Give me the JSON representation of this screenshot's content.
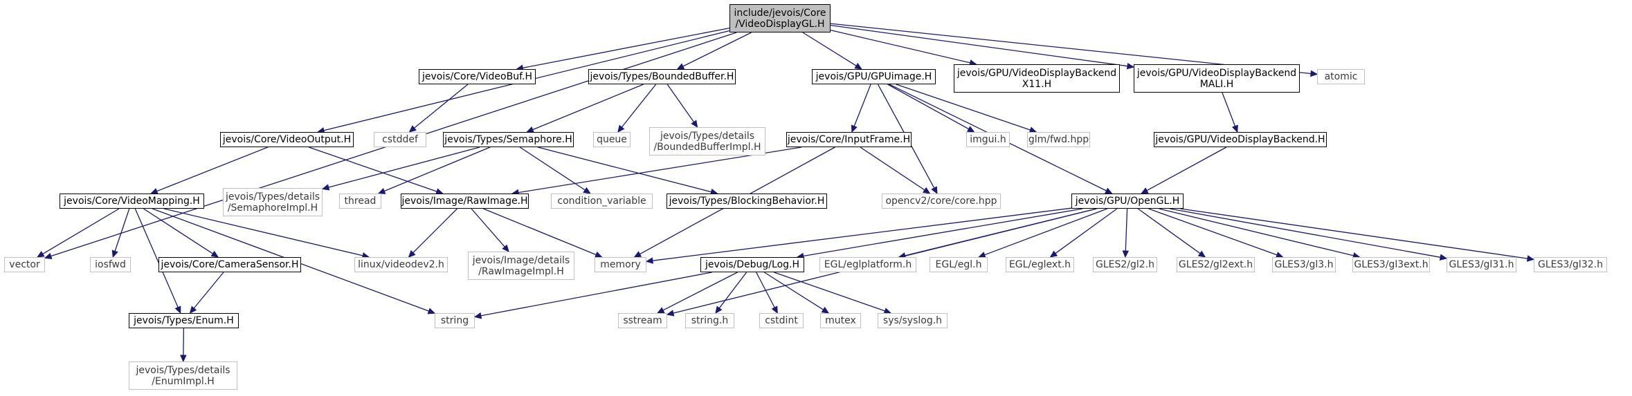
{
  "diagram": {
    "colors": {
      "edge": "#191970",
      "root_fill": "#bfbfbf",
      "project_border": "#000000",
      "system_border": "#bfbfbf"
    },
    "nodes": [
      {
        "id": "root",
        "label": "include/jevois/Core\n/VideoDisplayGL.H",
        "kind": "root"
      },
      {
        "id": "vbuf",
        "label": "jevois/Core/VideoBuf.H",
        "kind": "project"
      },
      {
        "id": "bbuf",
        "label": "jevois/Types/BoundedBuffer.H",
        "kind": "project"
      },
      {
        "id": "gpuimg",
        "label": "jevois/GPU/GPUimage.H",
        "kind": "project"
      },
      {
        "id": "x11",
        "label": "jevois/GPU/VideoDisplayBackend\nX11.H",
        "kind": "project"
      },
      {
        "id": "mali",
        "label": "jevois/GPU/VideoDisplayBackend\nMALI.H",
        "kind": "project"
      },
      {
        "id": "atomic",
        "label": "atomic",
        "kind": "system"
      },
      {
        "id": "cstddef",
        "label": "cstddef",
        "kind": "system"
      },
      {
        "id": "vout",
        "label": "jevois/Core/VideoOutput.H",
        "kind": "project"
      },
      {
        "id": "sema",
        "label": "jevois/Types/Semaphore.H",
        "kind": "project"
      },
      {
        "id": "queue",
        "label": "queue",
        "kind": "system"
      },
      {
        "id": "bbufimpl",
        "label": "jevois/Types/details\n/BoundedBufferImpl.H",
        "kind": "system"
      },
      {
        "id": "inframe",
        "label": "jevois/Core/InputFrame.H",
        "kind": "project"
      },
      {
        "id": "imgui",
        "label": "imgui.h",
        "kind": "system"
      },
      {
        "id": "glm",
        "label": "glm/fwd.hpp",
        "kind": "system"
      },
      {
        "id": "vdb",
        "label": "jevois/GPU/VideoDisplayBackend.H",
        "kind": "project"
      },
      {
        "id": "vmap",
        "label": "jevois/Core/VideoMapping.H",
        "kind": "project"
      },
      {
        "id": "semaimpl",
        "label": "jevois/Types/details\n/SemaphoreImpl.H",
        "kind": "system"
      },
      {
        "id": "thread",
        "label": "thread",
        "kind": "system"
      },
      {
        "id": "rawimg",
        "label": "jevois/Image/RawImage.H",
        "kind": "project"
      },
      {
        "id": "condvar",
        "label": "condition_variable",
        "kind": "system"
      },
      {
        "id": "blocking",
        "label": "jevois/Types/BlockingBehavior.H",
        "kind": "project"
      },
      {
        "id": "cvcore",
        "label": "opencv2/core/core.hpp",
        "kind": "system"
      },
      {
        "id": "opengl",
        "label": "jevois/GPU/OpenGL.H",
        "kind": "project"
      },
      {
        "id": "vector",
        "label": "vector",
        "kind": "system"
      },
      {
        "id": "iosfwd",
        "label": "iosfwd",
        "kind": "system"
      },
      {
        "id": "camsens",
        "label": "jevois/Core/CameraSensor.H",
        "kind": "project"
      },
      {
        "id": "videodev2",
        "label": "linux/videodev2.h",
        "kind": "system"
      },
      {
        "id": "rawimpl",
        "label": "jevois/Image/details\n/RawImageImpl.H",
        "kind": "system"
      },
      {
        "id": "memory",
        "label": "memory",
        "kind": "system"
      },
      {
        "id": "log",
        "label": "jevois/Debug/Log.H",
        "kind": "project"
      },
      {
        "id": "eglplat",
        "label": "EGL/eglplatform.h",
        "kind": "system"
      },
      {
        "id": "egl",
        "label": "EGL/egl.h",
        "kind": "system"
      },
      {
        "id": "eglext",
        "label": "EGL/eglext.h",
        "kind": "system"
      },
      {
        "id": "gl2",
        "label": "GLES2/gl2.h",
        "kind": "system"
      },
      {
        "id": "gl2ext",
        "label": "GLES2/gl2ext.h",
        "kind": "system"
      },
      {
        "id": "gl3",
        "label": "GLES3/gl3.h",
        "kind": "system"
      },
      {
        "id": "gl3ext",
        "label": "GLES3/gl3ext.h",
        "kind": "system"
      },
      {
        "id": "gl31",
        "label": "GLES3/gl31.h",
        "kind": "system"
      },
      {
        "id": "gl32",
        "label": "GLES3/gl32.h",
        "kind": "system"
      },
      {
        "id": "enum",
        "label": "jevois/Types/Enum.H",
        "kind": "project"
      },
      {
        "id": "string",
        "label": "string",
        "kind": "system"
      },
      {
        "id": "sstream",
        "label": "sstream",
        "kind": "system"
      },
      {
        "id": "stringh",
        "label": "string.h",
        "kind": "system"
      },
      {
        "id": "cstdint",
        "label": "cstdint",
        "kind": "system"
      },
      {
        "id": "mutex",
        "label": "mutex",
        "kind": "system"
      },
      {
        "id": "syslog",
        "label": "sys/syslog.h",
        "kind": "system"
      },
      {
        "id": "enumimpl",
        "label": "jevois/Types/details\n/EnumImpl.H",
        "kind": "system"
      }
    ],
    "edges": [
      [
        "root",
        "vbuf"
      ],
      [
        "root",
        "bbuf"
      ],
      [
        "root",
        "gpuimg"
      ],
      [
        "root",
        "x11"
      ],
      [
        "root",
        "mali"
      ],
      [
        "root",
        "atomic"
      ],
      [
        "root",
        "vout"
      ],
      [
        "root",
        "vector"
      ],
      [
        "vbuf",
        "cstddef"
      ],
      [
        "bbuf",
        "sema"
      ],
      [
        "bbuf",
        "queue"
      ],
      [
        "bbuf",
        "bbufimpl"
      ],
      [
        "gpuimg",
        "inframe"
      ],
      [
        "gpuimg",
        "imgui"
      ],
      [
        "gpuimg",
        "glm"
      ],
      [
        "gpuimg",
        "cvcore"
      ],
      [
        "gpuimg",
        "opengl"
      ],
      [
        "mali",
        "vdb"
      ],
      [
        "vout",
        "vmap"
      ],
      [
        "vout",
        "rawimg"
      ],
      [
        "sema",
        "semaimpl"
      ],
      [
        "sema",
        "thread"
      ],
      [
        "sema",
        "condvar"
      ],
      [
        "sema",
        "blocking"
      ],
      [
        "inframe",
        "rawimg"
      ],
      [
        "inframe",
        "cvcore"
      ],
      [
        "inframe",
        "memory"
      ],
      [
        "vdb",
        "opengl"
      ],
      [
        "vmap",
        "vector"
      ],
      [
        "vmap",
        "iosfwd"
      ],
      [
        "vmap",
        "camsens"
      ],
      [
        "vmap",
        "enum"
      ],
      [
        "vmap",
        "videodev2"
      ],
      [
        "vmap",
        "string"
      ],
      [
        "rawimg",
        "videodev2"
      ],
      [
        "rawimg",
        "rawimpl"
      ],
      [
        "rawimg",
        "memory"
      ],
      [
        "opengl",
        "memory"
      ],
      [
        "opengl",
        "log"
      ],
      [
        "opengl",
        "sstream"
      ],
      [
        "opengl",
        "eglplat"
      ],
      [
        "opengl",
        "egl"
      ],
      [
        "opengl",
        "eglext"
      ],
      [
        "opengl",
        "gl2"
      ],
      [
        "opengl",
        "gl2ext"
      ],
      [
        "opengl",
        "gl3"
      ],
      [
        "opengl",
        "gl3ext"
      ],
      [
        "opengl",
        "gl31"
      ],
      [
        "opengl",
        "gl32"
      ],
      [
        "camsens",
        "enum"
      ],
      [
        "enum",
        "enumimpl"
      ],
      [
        "log",
        "string"
      ],
      [
        "log",
        "sstream"
      ],
      [
        "log",
        "stringh"
      ],
      [
        "log",
        "cstdint"
      ],
      [
        "log",
        "mutex"
      ],
      [
        "log",
        "syslog"
      ]
    ]
  }
}
